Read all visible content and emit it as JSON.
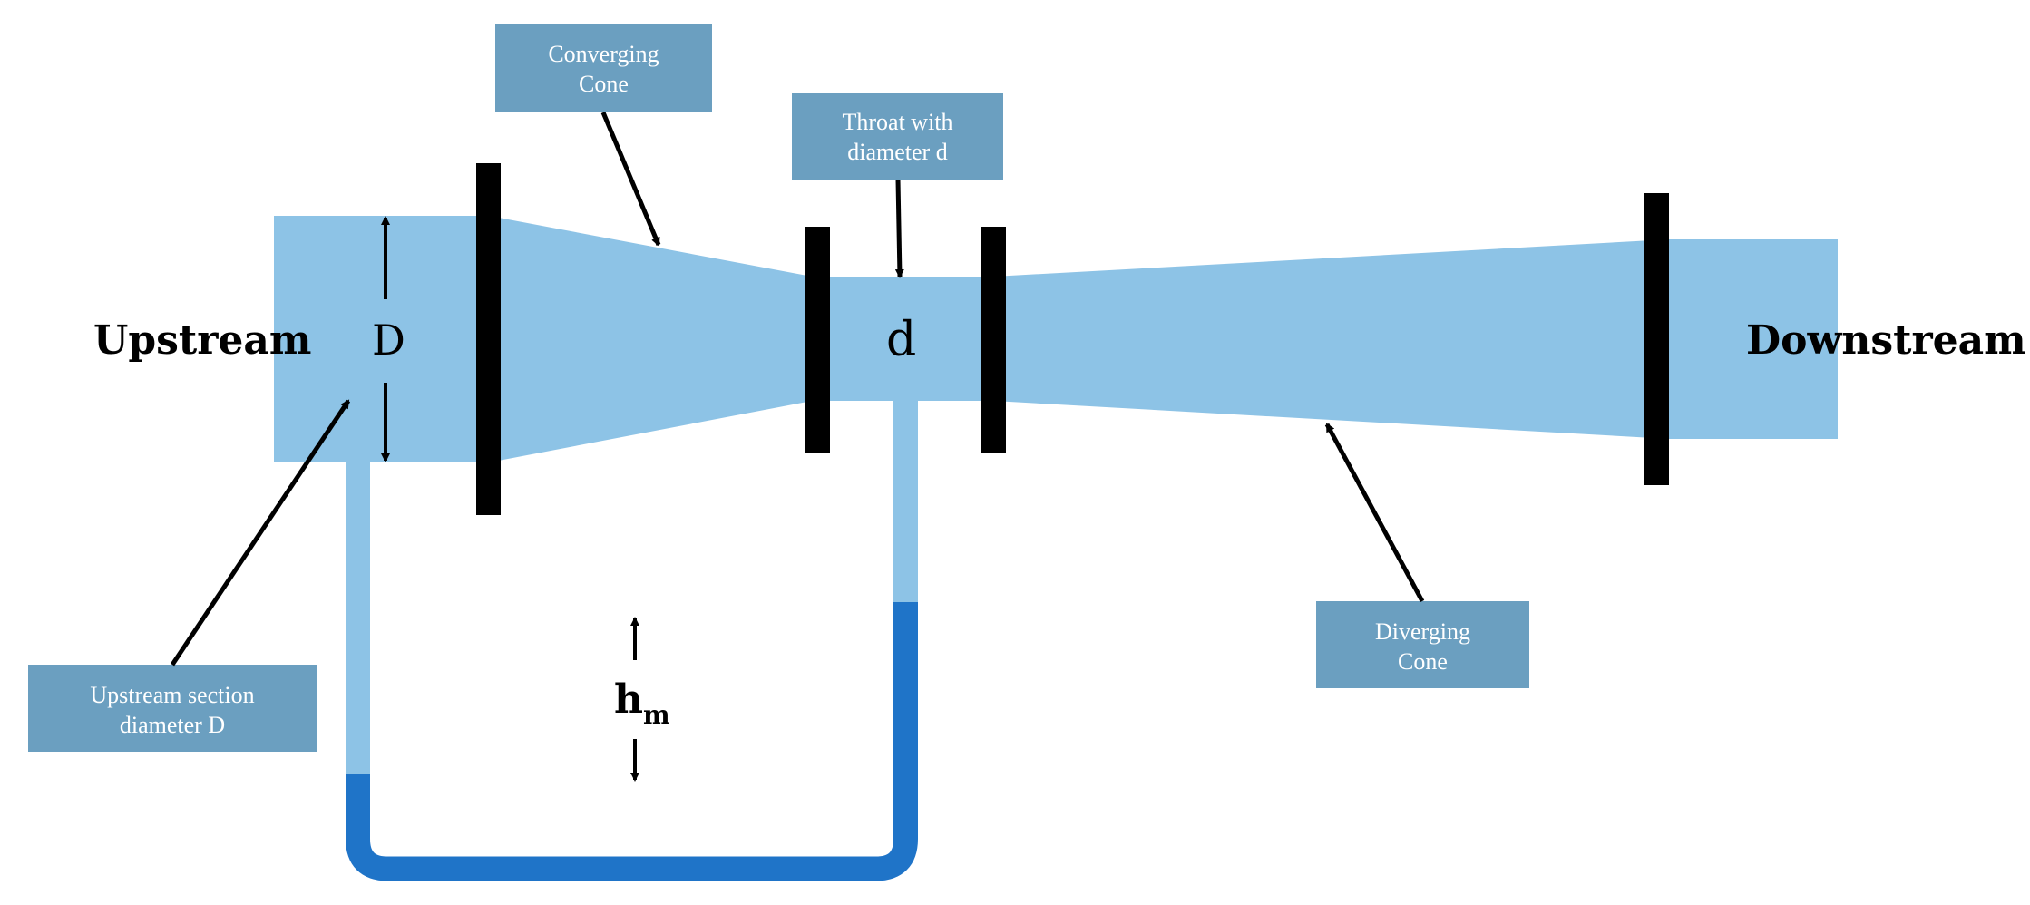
{
  "colors": {
    "pipe_fill": "#8dc3e6",
    "manometer_light": "#8dc3e6",
    "manometer_fluid": "#1f74c8",
    "flange": "#000000",
    "callout_box": "#6b9fc0",
    "callout_text": "#ffffff",
    "label_text": "#000000"
  },
  "labels": {
    "upstream": "Upstream",
    "downstream": "Downstream",
    "big_d": "D",
    "small_d": "d",
    "hm_base": "h",
    "hm_sub": "m"
  },
  "callouts": {
    "converging_cone": {
      "line1": "Converging",
      "line2": "Cone"
    },
    "throat": {
      "line1": "Throat with",
      "line2": "diameter d"
    },
    "diverging_cone": {
      "line1": "Diverging",
      "line2": "Cone"
    },
    "upstream_section": {
      "line1": "Upstream section",
      "line2": "diameter D"
    }
  }
}
